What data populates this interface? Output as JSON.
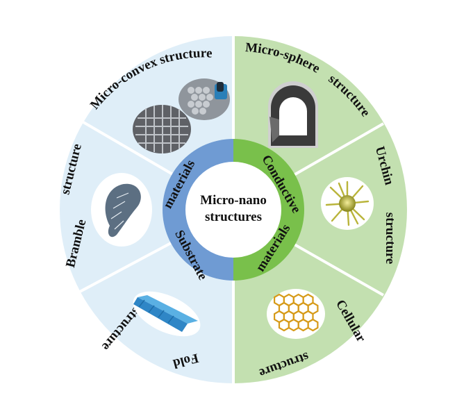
{
  "center": {
    "line1": "Micro-nano",
    "line2": "structures"
  },
  "inner_ring": {
    "left_top": "materials",
    "left_bottom": "Substrate",
    "right_top": "Conductive",
    "right_bottom": "materials"
  },
  "segments": {
    "micro_convex": "Micro-convex structure",
    "bramble_word1": "Bramble",
    "bramble_word2": "structure",
    "fold_word1": "structure",
    "fold_word2": "Fold",
    "micro_sphere_word1": "Micro-sphere",
    "micro_sphere_word2": "structure",
    "urchin_word1": "Urchin",
    "urchin_word2": "structure",
    "cellular_word1": "Cellular",
    "cellular_word2": "structure"
  },
  "colors": {
    "substrate_outer": "#dfeef8",
    "substrate_ring": "#6f9bd3",
    "conductive_outer": "#c3e0b0",
    "conductive_ring": "#79c04b",
    "center": "#ffffff",
    "divider": "#ffffff"
  }
}
